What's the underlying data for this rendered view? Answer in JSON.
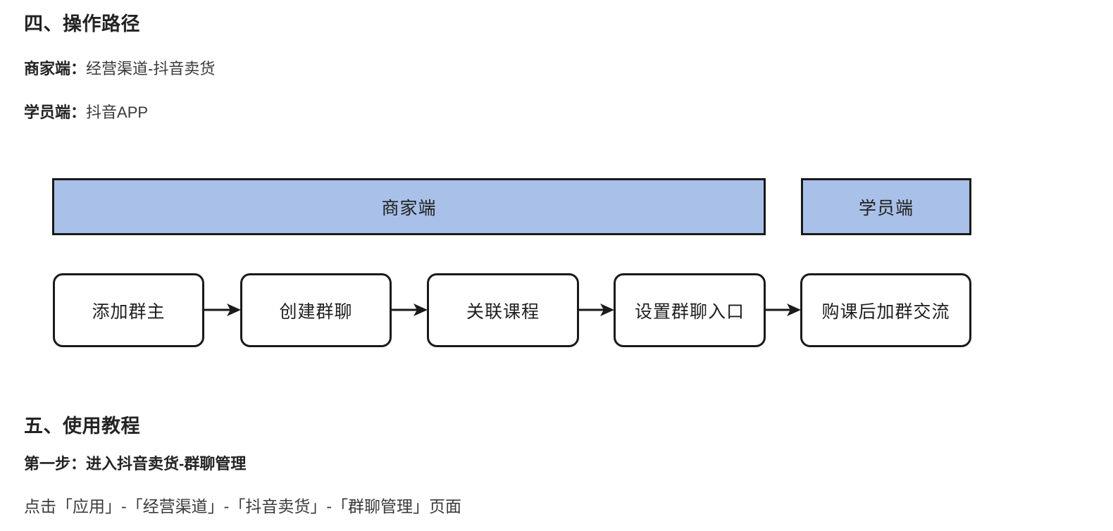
{
  "document": {
    "sections": [
      {
        "id": "section-4",
        "heading": "四、操作路径"
      },
      {
        "id": "section-5",
        "heading": "五、使用教程"
      }
    ],
    "paths": [
      {
        "label": "商家端：",
        "value": "经营渠道-抖音卖货"
      },
      {
        "label": "学员端：",
        "value": "抖音APP"
      }
    ],
    "tutorial": {
      "step_heading": "第一步：进入抖音卖货-群聊管理",
      "body": "点击「应用」-「经营渠道」-「抖音卖货」-「群聊管理」页面"
    }
  },
  "chart_data": {
    "type": "diagram",
    "title": "操作路径",
    "lanes": [
      {
        "label": "商家端",
        "span_steps": 4
      },
      {
        "label": "学员端",
        "span_steps": 1
      }
    ],
    "steps": [
      "添加群主",
      "创建群聊",
      "关联课程",
      "设置群聊入口",
      "购课后加群交流"
    ],
    "connectors": [
      "arrow",
      "arrow",
      "arrow",
      "arrow"
    ],
    "colors": {
      "lane_fill": "#a9c0e8",
      "lane_border": "#1a1a1a",
      "box_fill": "#ffffff",
      "box_border": "#1a1a1a",
      "text": "#1f1f1f"
    }
  }
}
